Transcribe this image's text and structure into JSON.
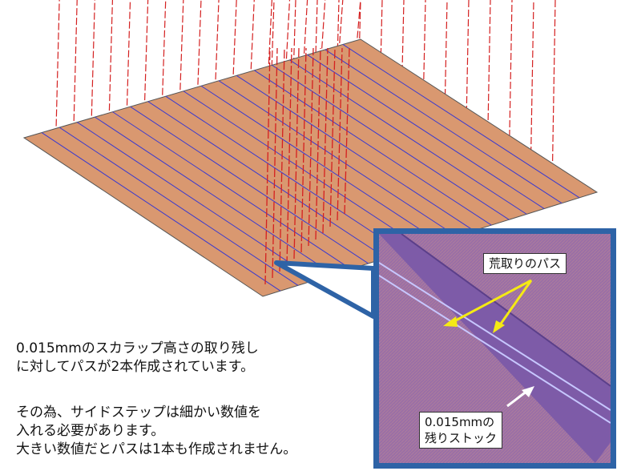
{
  "caption": {
    "paragraph1": [
      "0.015mmのスカラップ高さの取り残し",
      "に対してパスが2本作成されています。"
    ],
    "paragraph2": [
      "その為、サイドステップは細かい数値を",
      "入れる必要があります。",
      "大きい数値だとパスは1本も作成されません。"
    ]
  },
  "inset": {
    "rough_path_label": "荒取りのパス",
    "stock_label_lines": [
      "0.015mmの",
      "残りストック"
    ]
  },
  "colors": {
    "surface": "#d99870",
    "toolpath_blue": "#3a3acf",
    "toolpath_red": "#d42020",
    "inset_border": "#2e63a6",
    "inset_background": "#9a6fa6",
    "stock_band": "#7b5aa8",
    "arrow_yellow": "#f5ea14"
  }
}
